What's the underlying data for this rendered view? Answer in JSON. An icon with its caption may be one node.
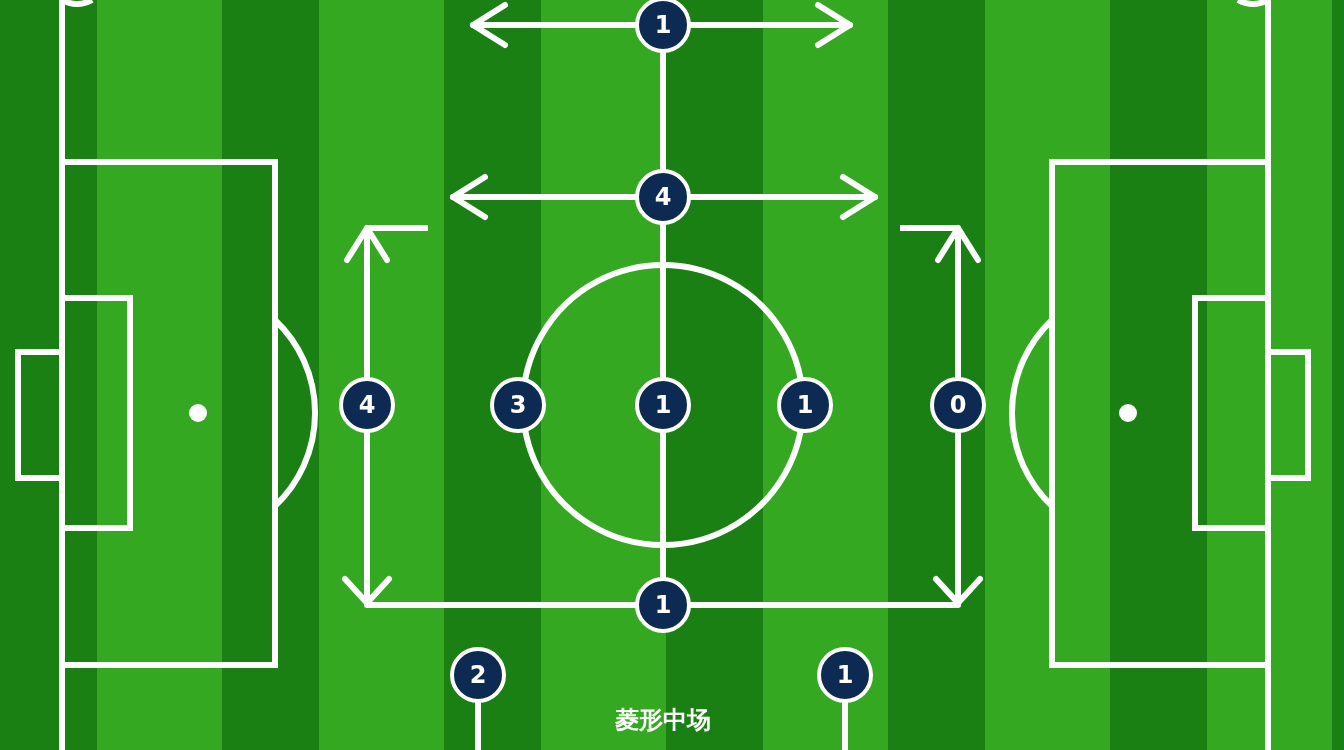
{
  "diagram": {
    "caption": "菱形中场",
    "nodes": [
      {
        "text": [
          "1"
        ]
      },
      {
        "text": [
          "4"
        ]
      },
      {
        "text": [
          "4"
        ]
      },
      {
        "text": [
          "3"
        ]
      },
      {
        "text": [
          "1"
        ]
      },
      {
        "text": [
          "1"
        ]
      },
      {
        "text": [
          "0"
        ]
      },
      {
        "text": [
          "1"
        ]
      },
      {
        "text": [
          "2"
        ]
      },
      {
        "text": [
          "1"
        ]
      }
    ],
    "edges": [
      {
        "from": 0,
        "to": null,
        "arrow": "to"
      },
      {
        "from": 0,
        "to": null,
        "arrow": "to"
      },
      {
        "from": 0,
        "to": 1,
        "arrow": "none"
      },
      {
        "from": 1,
        "to": null,
        "arrow": "to"
      },
      {
        "from": 1,
        "to": null,
        "arrow": "to"
      },
      {
        "from": 1,
        "to": 4,
        "arrow": "none"
      },
      {
        "from": 4,
        "to": 7,
        "arrow": "none"
      },
      {
        "from": 2,
        "to": null,
        "arrow": "to"
      },
      {
        "from": 2,
        "to": 7,
        "arrow": "to"
      },
      {
        "from": 6,
        "to": null,
        "arrow": "to"
      },
      {
        "from": 6,
        "to": 7,
        "arrow": "to"
      },
      {
        "from": 8,
        "to": null,
        "arrow": "none"
      },
      {
        "from": 9,
        "to": null,
        "arrow": "none"
      }
    ]
  }
}
